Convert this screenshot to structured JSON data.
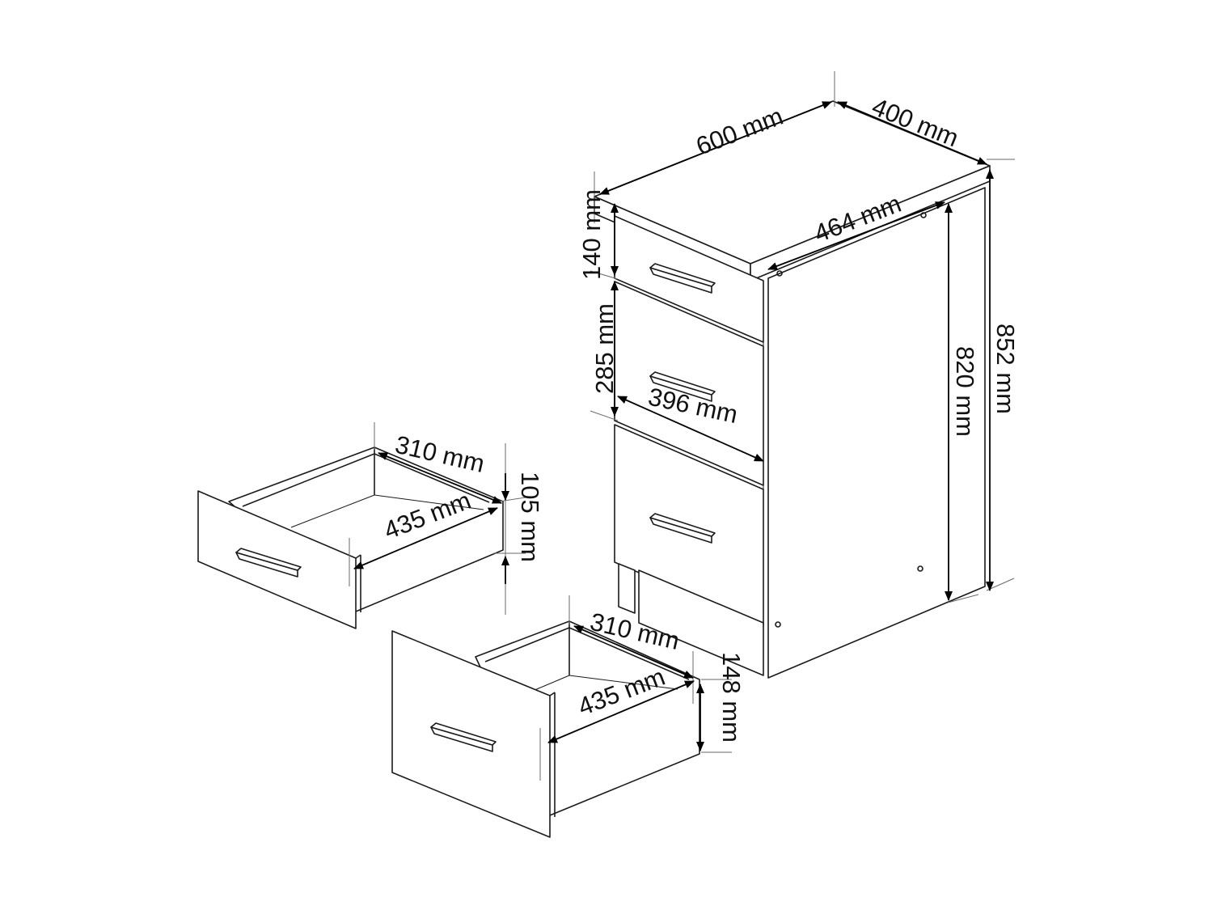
{
  "colors": {
    "line": "#1a1a1a",
    "background": "#ffffff",
    "arrow": "#000000"
  },
  "cabinet": {
    "width_label": "600 mm",
    "depth_label": "400 mm",
    "inner_depth_label": "464 mm",
    "total_height_label": "852 mm",
    "body_height_label": "820 mm",
    "top_drawer_height_label": "140 mm",
    "middle_drawer_height_label": "285 mm",
    "drawer_width_label": "396 mm"
  },
  "drawer_small": {
    "depth_label": "310 mm",
    "width_label": "435 mm",
    "height_label": "105 mm"
  },
  "drawer_large": {
    "depth_label": "310 mm",
    "width_label": "435 mm",
    "height_label": "148 mm"
  },
  "icons": {
    "handle": "bar-handle-icon",
    "leg": "cabinet-leg"
  }
}
